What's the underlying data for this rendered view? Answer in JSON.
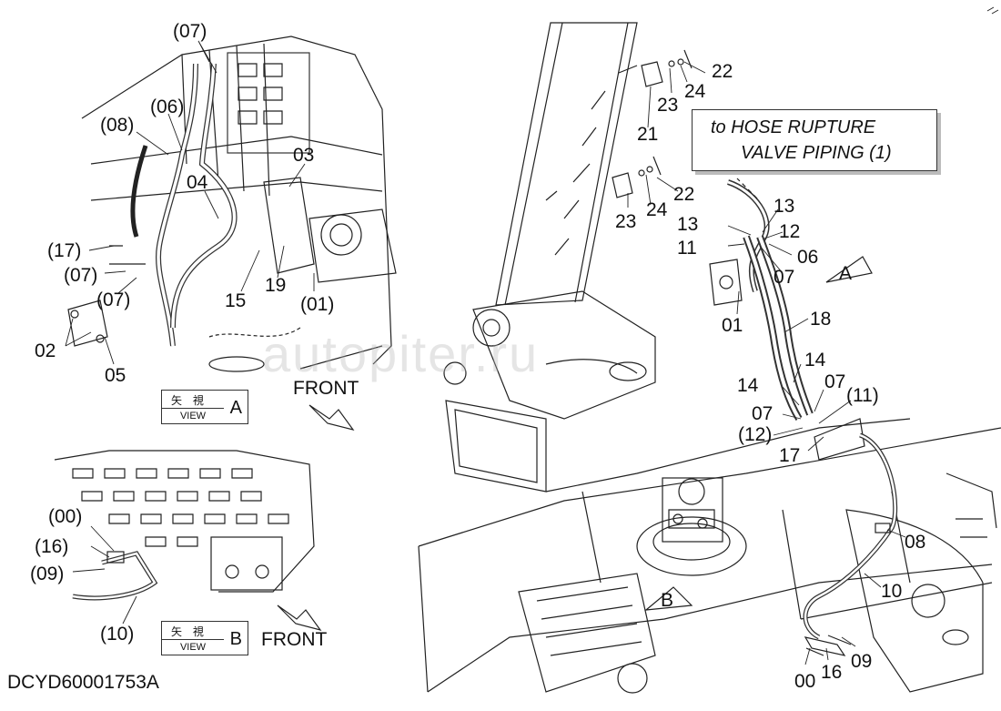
{
  "doc_id": "DCYD60001753A",
  "callout": {
    "line1": "to HOSE RUPTURE",
    "line2": "VALVE PIPING (1)"
  },
  "views": {
    "a": {
      "kanji": "矢 視",
      "view": "VIEW",
      "letter": "A"
    },
    "b": {
      "kanji": "矢 視",
      "view": "VIEW",
      "letter": "B"
    }
  },
  "front_label": "FRONT",
  "view_markers": {
    "a": "A",
    "b": "B"
  },
  "watermark": "autopiter.ru",
  "labels_a": [
    "(07)",
    "(06)",
    "(08)",
    "03",
    "04",
    "(17)",
    "(07)",
    "(07)",
    "15",
    "19",
    "(01)",
    "02",
    "05"
  ],
  "labels_b": [
    "(00)",
    "(16)",
    "(09)",
    "(10)"
  ],
  "labels_main": [
    "22",
    "23",
    "24",
    "21",
    "22",
    "23",
    "24",
    "13",
    "13",
    "12",
    "11",
    "06",
    "07",
    "01",
    "18",
    "14",
    "14",
    "07",
    "07",
    "(11)",
    "(12)",
    "17",
    "08",
    "10",
    "09",
    "16",
    "00"
  ]
}
